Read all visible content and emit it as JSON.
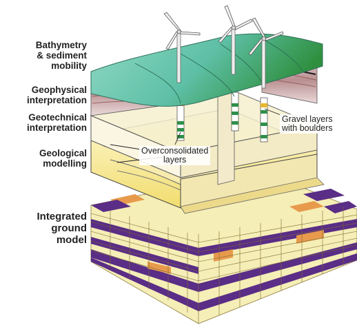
{
  "labels": {
    "bathymetry": [
      "Bathymetry",
      "& sediment",
      "mobility"
    ],
    "geophysical": [
      "Geophysical",
      "interpretation"
    ],
    "geotechnical": [
      "Geotechnical",
      "interpretation"
    ],
    "geological": [
      "Geological",
      "modelling"
    ],
    "integrated": [
      "Integrated",
      "ground",
      "model"
    ]
  },
  "callouts": {
    "gravel": [
      "Gravel layers",
      "with boulders"
    ],
    "overconsolidated": [
      "Overconsolidated",
      "layers"
    ]
  },
  "colors": {
    "seabed_teal": "#6fcab5",
    "seabed_green": "#3e9e4a",
    "seismic_red": "#c98a8a",
    "geology_yellow": "#f4e79a",
    "block_cream": "#f5eeb6",
    "block_purple": "#5a2d86",
    "block_orange": "#e89a4c"
  }
}
